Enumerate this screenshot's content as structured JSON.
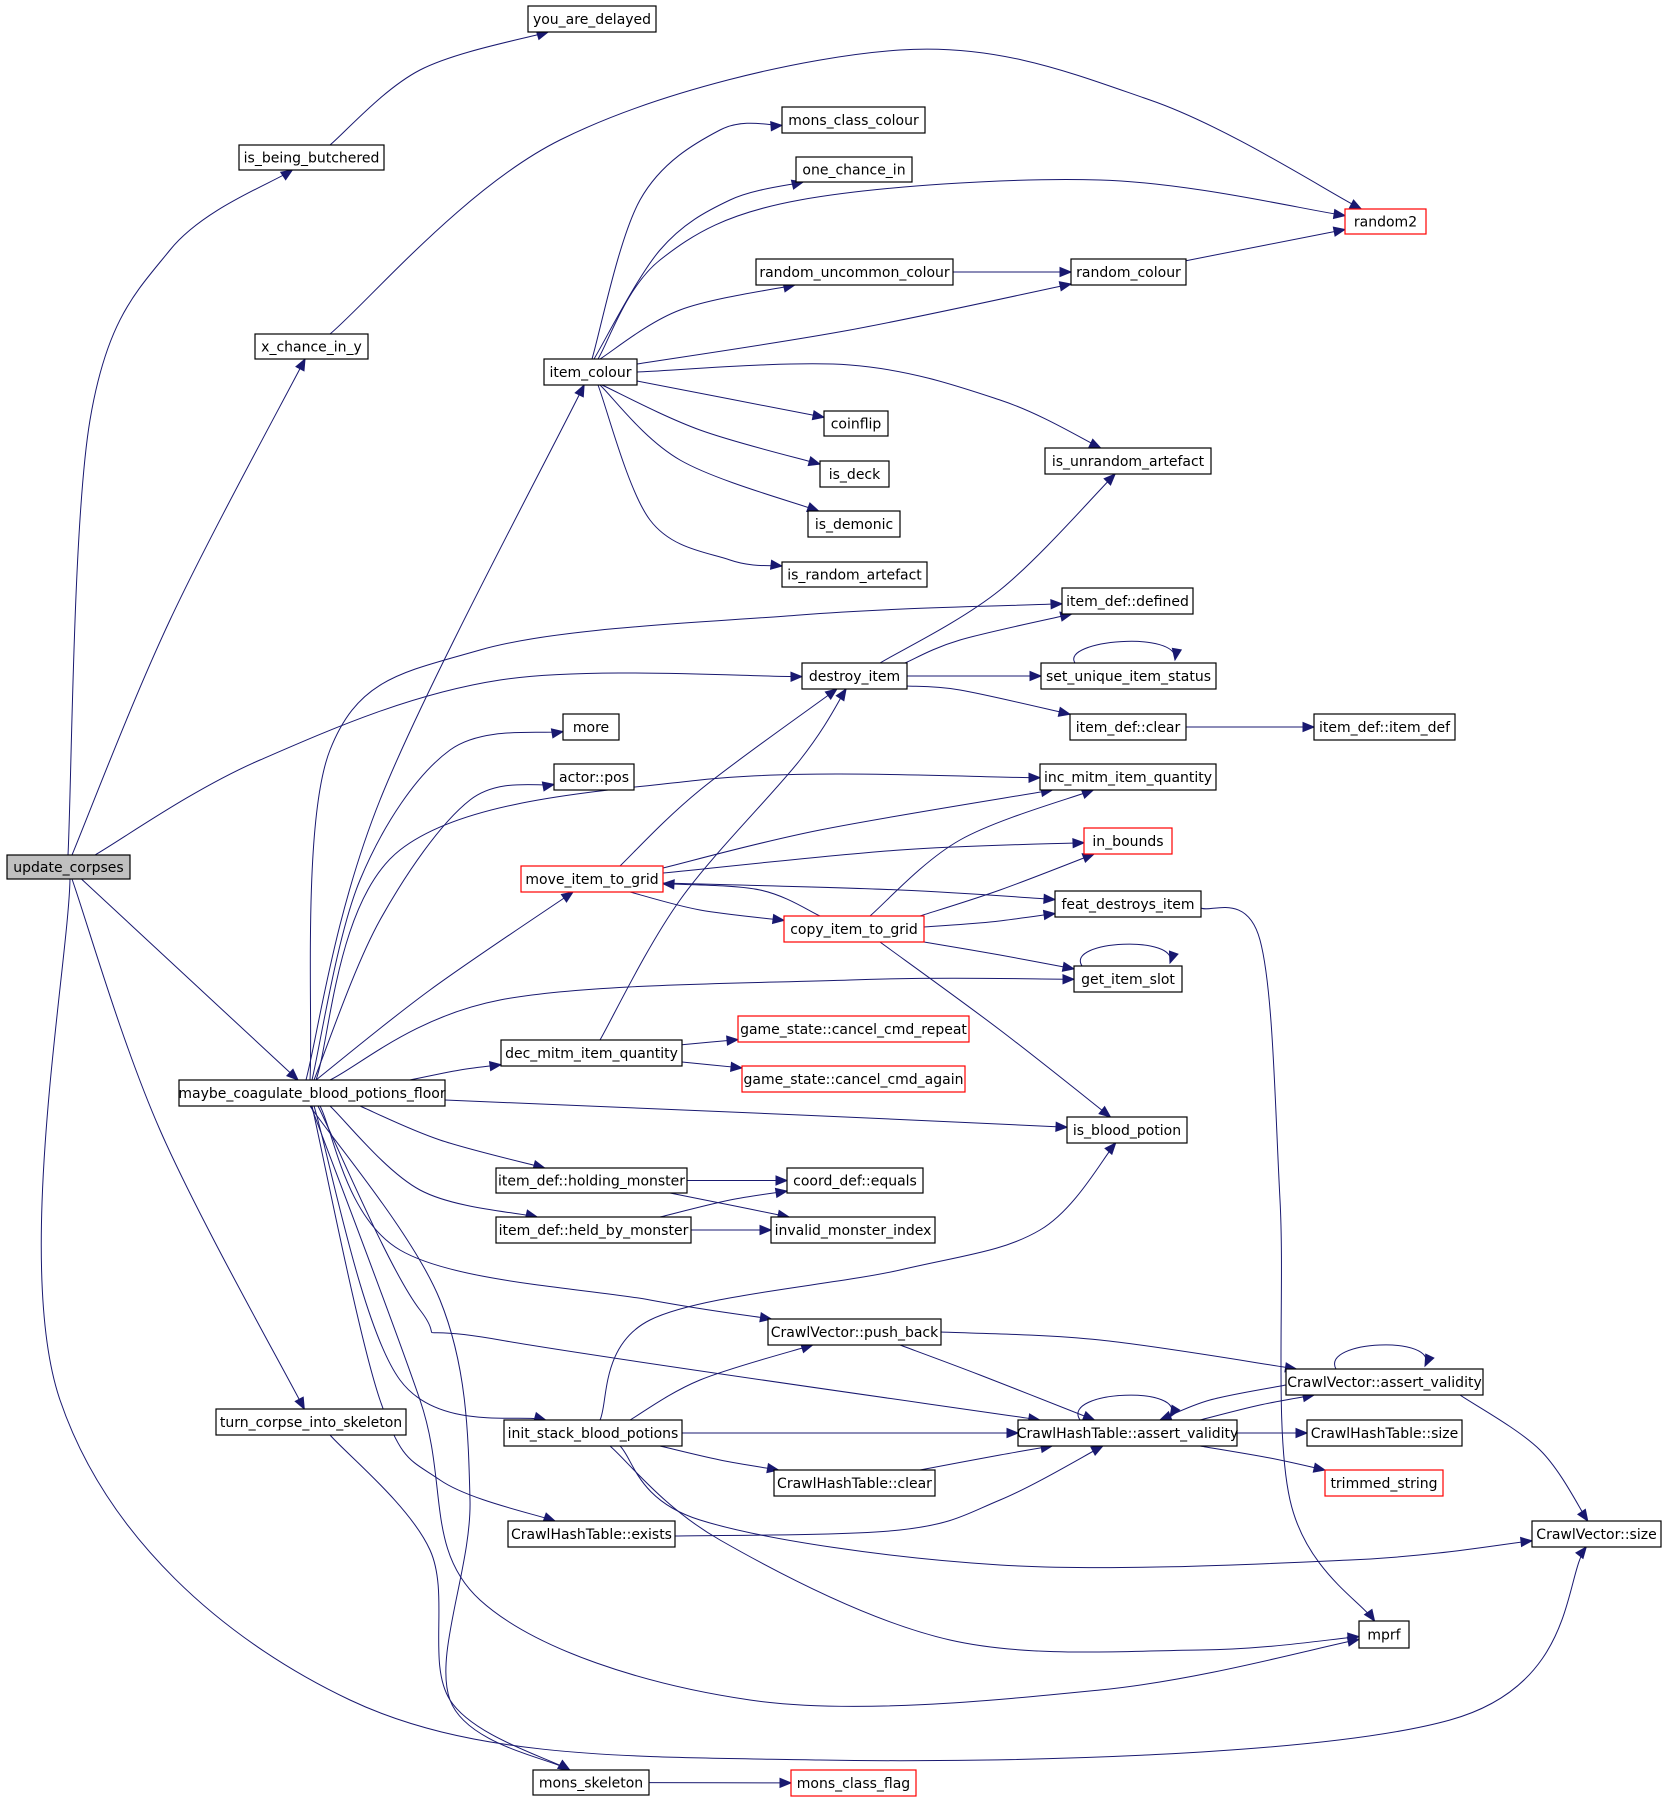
{
  "graph": {
    "nodes": [
      {
        "id": "update_corpses",
        "label": "update_corpses",
        "style": "root"
      },
      {
        "id": "you_are_delayed",
        "label": "you_are_delayed",
        "style": "normal"
      },
      {
        "id": "is_being_butchered",
        "label": "is_being_butchered",
        "style": "normal"
      },
      {
        "id": "x_chance_in_y",
        "label": "x_chance_in_y",
        "style": "normal"
      },
      {
        "id": "mons_class_colour",
        "label": "mons_class_colour",
        "style": "normal"
      },
      {
        "id": "one_chance_in",
        "label": "one_chance_in",
        "style": "normal"
      },
      {
        "id": "random2",
        "label": "random2",
        "style": "red"
      },
      {
        "id": "random_uncommon_colour",
        "label": "random_uncommon_colour",
        "style": "normal"
      },
      {
        "id": "random_colour",
        "label": "random_colour",
        "style": "normal"
      },
      {
        "id": "item_colour",
        "label": "item_colour",
        "style": "normal"
      },
      {
        "id": "coinflip",
        "label": "coinflip",
        "style": "normal"
      },
      {
        "id": "is_unrandom_artefact",
        "label": "is_unrandom_artefact",
        "style": "normal"
      },
      {
        "id": "is_deck",
        "label": "is_deck",
        "style": "normal"
      },
      {
        "id": "is_demonic",
        "label": "is_demonic",
        "style": "normal"
      },
      {
        "id": "is_random_artefact",
        "label": "is_random_artefact",
        "style": "normal"
      },
      {
        "id": "item_def_defined",
        "label": "item_def::defined",
        "style": "normal"
      },
      {
        "id": "destroy_item",
        "label": "destroy_item",
        "style": "normal"
      },
      {
        "id": "set_unique_item_status",
        "label": "set_unique_item_status",
        "style": "normal"
      },
      {
        "id": "more",
        "label": "more",
        "style": "normal"
      },
      {
        "id": "item_def_clear",
        "label": "item_def::clear",
        "style": "normal"
      },
      {
        "id": "item_def_item_def",
        "label": "item_def::item_def",
        "style": "normal"
      },
      {
        "id": "actor_pos",
        "label": "actor::pos",
        "style": "normal"
      },
      {
        "id": "inc_mitm_item_quantity",
        "label": "inc_mitm_item_quantity",
        "style": "normal"
      },
      {
        "id": "in_bounds",
        "label": "in_bounds",
        "style": "red"
      },
      {
        "id": "move_item_to_grid",
        "label": "move_item_to_grid",
        "style": "red"
      },
      {
        "id": "feat_destroys_item",
        "label": "feat_destroys_item",
        "style": "normal"
      },
      {
        "id": "copy_item_to_grid",
        "label": "copy_item_to_grid",
        "style": "red"
      },
      {
        "id": "get_item_slot",
        "label": "get_item_slot",
        "style": "normal"
      },
      {
        "id": "game_state_cancel_cmd_repeat",
        "label": "game_state::cancel_cmd_repeat",
        "style": "red"
      },
      {
        "id": "dec_mitm_item_quantity",
        "label": "dec_mitm_item_quantity",
        "style": "normal"
      },
      {
        "id": "game_state_cancel_cmd_again",
        "label": "game_state::cancel_cmd_again",
        "style": "red"
      },
      {
        "id": "maybe_coagulate_blood_potions_floor",
        "label": "maybe_coagulate_blood_potions_floor",
        "style": "normal"
      },
      {
        "id": "is_blood_potion",
        "label": "is_blood_potion",
        "style": "normal"
      },
      {
        "id": "item_def_holding_monster",
        "label": "item_def::holding_monster",
        "style": "normal"
      },
      {
        "id": "coord_def_equals",
        "label": "coord_def::equals",
        "style": "normal"
      },
      {
        "id": "item_def_held_by_monster",
        "label": "item_def::held_by_monster",
        "style": "normal"
      },
      {
        "id": "invalid_monster_index",
        "label": "invalid_monster_index",
        "style": "normal"
      },
      {
        "id": "crawlvector_push_back",
        "label": "CrawlVector::push_back",
        "style": "normal"
      },
      {
        "id": "crawlvector_assert_validity",
        "label": "CrawlVector::assert_validity",
        "style": "normal"
      },
      {
        "id": "turn_corpse_into_skeleton",
        "label": "turn_corpse_into_skeleton",
        "style": "normal"
      },
      {
        "id": "init_stack_blood_potions",
        "label": "init_stack_blood_potions",
        "style": "normal"
      },
      {
        "id": "crawlhashtable_assert_validity",
        "label": "CrawlHashTable::assert_validity",
        "style": "normal"
      },
      {
        "id": "crawlhashtable_size",
        "label": "CrawlHashTable::size",
        "style": "normal"
      },
      {
        "id": "crawlhashtable_clear",
        "label": "CrawlHashTable::clear",
        "style": "normal"
      },
      {
        "id": "trimmed_string",
        "label": "trimmed_string",
        "style": "red"
      },
      {
        "id": "crawlhashtable_exists",
        "label": "CrawlHashTable::exists",
        "style": "normal"
      },
      {
        "id": "crawlvector_size",
        "label": "CrawlVector::size",
        "style": "normal"
      },
      {
        "id": "mprf",
        "label": "mprf",
        "style": "normal"
      },
      {
        "id": "mons_skeleton",
        "label": "mons_skeleton",
        "style": "normal"
      },
      {
        "id": "mons_class_flag",
        "label": "mons_class_flag",
        "style": "red"
      }
    ],
    "edges": [
      [
        "update_corpses",
        "is_being_butchered"
      ],
      [
        "update_corpses",
        "x_chance_in_y"
      ],
      [
        "update_corpses",
        "destroy_item"
      ],
      [
        "update_corpses",
        "maybe_coagulate_blood_potions_floor"
      ],
      [
        "update_corpses",
        "turn_corpse_into_skeleton"
      ],
      [
        "update_corpses",
        "crawlvector_size"
      ],
      [
        "is_being_butchered",
        "you_are_delayed"
      ],
      [
        "x_chance_in_y",
        "random2"
      ],
      [
        "item_colour",
        "mons_class_colour"
      ],
      [
        "item_colour",
        "one_chance_in"
      ],
      [
        "item_colour",
        "random2"
      ],
      [
        "item_colour",
        "random_uncommon_colour"
      ],
      [
        "item_colour",
        "random_colour"
      ],
      [
        "item_colour",
        "coinflip"
      ],
      [
        "item_colour",
        "is_unrandom_artefact"
      ],
      [
        "item_colour",
        "is_deck"
      ],
      [
        "item_colour",
        "is_demonic"
      ],
      [
        "item_colour",
        "is_random_artefact"
      ],
      [
        "random_uncommon_colour",
        "random_colour"
      ],
      [
        "random_colour",
        "random2"
      ],
      [
        "destroy_item",
        "is_unrandom_artefact"
      ],
      [
        "destroy_item",
        "item_def_defined"
      ],
      [
        "destroy_item",
        "set_unique_item_status"
      ],
      [
        "destroy_item",
        "item_def_clear"
      ],
      [
        "set_unique_item_status",
        "set_unique_item_status"
      ],
      [
        "item_def_clear",
        "item_def_item_def"
      ],
      [
        "move_item_to_grid",
        "destroy_item"
      ],
      [
        "move_item_to_grid",
        "inc_mitm_item_quantity"
      ],
      [
        "move_item_to_grid",
        "in_bounds"
      ],
      [
        "move_item_to_grid",
        "feat_destroys_item"
      ],
      [
        "move_item_to_grid",
        "copy_item_to_grid"
      ],
      [
        "copy_item_to_grid",
        "move_item_to_grid"
      ],
      [
        "copy_item_to_grid",
        "inc_mitm_item_quantity"
      ],
      [
        "copy_item_to_grid",
        "in_bounds"
      ],
      [
        "copy_item_to_grid",
        "feat_destroys_item"
      ],
      [
        "copy_item_to_grid",
        "get_item_slot"
      ],
      [
        "copy_item_to_grid",
        "is_blood_potion"
      ],
      [
        "feat_destroys_item",
        "mprf"
      ],
      [
        "get_item_slot",
        "get_item_slot"
      ],
      [
        "dec_mitm_item_quantity",
        "destroy_item"
      ],
      [
        "dec_mitm_item_quantity",
        "game_state_cancel_cmd_repeat"
      ],
      [
        "dec_mitm_item_quantity",
        "game_state_cancel_cmd_again"
      ],
      [
        "maybe_coagulate_blood_potions_floor",
        "item_colour"
      ],
      [
        "maybe_coagulate_blood_potions_floor",
        "item_def_defined"
      ],
      [
        "maybe_coagulate_blood_potions_floor",
        "more"
      ],
      [
        "maybe_coagulate_blood_potions_floor",
        "actor_pos"
      ],
      [
        "maybe_coagulate_blood_potions_floor",
        "inc_mitm_item_quantity"
      ],
      [
        "maybe_coagulate_blood_potions_floor",
        "move_item_to_grid"
      ],
      [
        "maybe_coagulate_blood_potions_floor",
        "get_item_slot"
      ],
      [
        "maybe_coagulate_blood_potions_floor",
        "dec_mitm_item_quantity"
      ],
      [
        "maybe_coagulate_blood_potions_floor",
        "is_blood_potion"
      ],
      [
        "maybe_coagulate_blood_potions_floor",
        "item_def_holding_monster"
      ],
      [
        "maybe_coagulate_blood_potions_floor",
        "item_def_held_by_monster"
      ],
      [
        "maybe_coagulate_blood_potions_floor",
        "crawlvector_push_back"
      ],
      [
        "maybe_coagulate_blood_potions_floor",
        "crawlhashtable_assert_validity"
      ],
      [
        "maybe_coagulate_blood_potions_floor",
        "init_stack_blood_potions"
      ],
      [
        "maybe_coagulate_blood_potions_floor",
        "crawlhashtable_exists"
      ],
      [
        "maybe_coagulate_blood_potions_floor",
        "mprf"
      ],
      [
        "maybe_coagulate_blood_potions_floor",
        "mons_skeleton"
      ],
      [
        "item_def_holding_monster",
        "coord_def_equals"
      ],
      [
        "item_def_holding_monster",
        "invalid_monster_index"
      ],
      [
        "item_def_held_by_monster",
        "coord_def_equals"
      ],
      [
        "item_def_held_by_monster",
        "invalid_monster_index"
      ],
      [
        "crawlvector_push_back",
        "crawlvector_assert_validity"
      ],
      [
        "crawlvector_push_back",
        "crawlhashtable_assert_validity"
      ],
      [
        "crawlvector_assert_validity",
        "crawlvector_assert_validity"
      ],
      [
        "crawlvector_assert_validity",
        "crawlhashtable_assert_validity"
      ],
      [
        "crawlvector_assert_validity",
        "crawlvector_size"
      ],
      [
        "turn_corpse_into_skeleton",
        "mons_skeleton"
      ],
      [
        "init_stack_blood_potions",
        "is_blood_potion"
      ],
      [
        "init_stack_blood_potions",
        "crawlvector_push_back"
      ],
      [
        "init_stack_blood_potions",
        "crawlhashtable_assert_validity"
      ],
      [
        "init_stack_blood_potions",
        "crawlhashtable_clear"
      ],
      [
        "init_stack_blood_potions",
        "crawlvector_size"
      ],
      [
        "init_stack_blood_potions",
        "mprf"
      ],
      [
        "crawlhashtable_assert_validity",
        "crawlhashtable_assert_validity"
      ],
      [
        "crawlhashtable_assert_validity",
        "crawlvector_assert_validity"
      ],
      [
        "crawlhashtable_assert_validity",
        "crawlhashtable_size"
      ],
      [
        "crawlhashtable_assert_validity",
        "trimmed_string"
      ],
      [
        "crawlhashtable_clear",
        "crawlhashtable_assert_validity"
      ],
      [
        "crawlhashtable_exists",
        "crawlhashtable_assert_validity"
      ],
      [
        "mons_skeleton",
        "mons_class_flag"
      ]
    ]
  }
}
